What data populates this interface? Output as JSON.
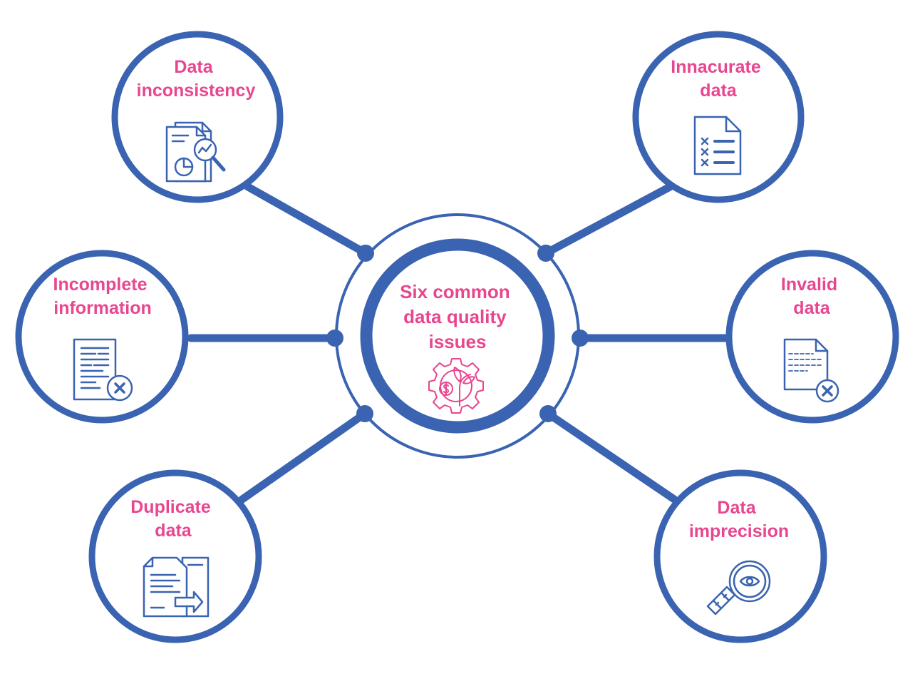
{
  "colors": {
    "ring": "#3a63b1",
    "label": "#e8468f",
    "background": "#ffffff"
  },
  "center": {
    "label_lines": [
      "Six common",
      "data quality",
      "issues"
    ],
    "icon": "gear-dollar-plant-icon"
  },
  "issues": [
    {
      "id": "data-inconsistency",
      "label_lines": [
        "Data",
        "inconsistency"
      ],
      "icon": "report-magnifier-icon"
    },
    {
      "id": "innacurate-data",
      "label_lines": [
        "Innacurate",
        "data"
      ],
      "icon": "checklist-x-icon"
    },
    {
      "id": "incomplete-information",
      "label_lines": [
        "Incomplete",
        "information"
      ],
      "icon": "document-error-icon"
    },
    {
      "id": "invalid-data",
      "label_lines": [
        "Invalid",
        "data"
      ],
      "icon": "document-invalid-icon"
    },
    {
      "id": "duplicate-data",
      "label_lines": [
        "Duplicate",
        "data"
      ],
      "icon": "document-duplicate-icon"
    },
    {
      "id": "data-imprecision",
      "label_lines": [
        "Data",
        "imprecision"
      ],
      "icon": "magnifier-eye-icon"
    }
  ]
}
